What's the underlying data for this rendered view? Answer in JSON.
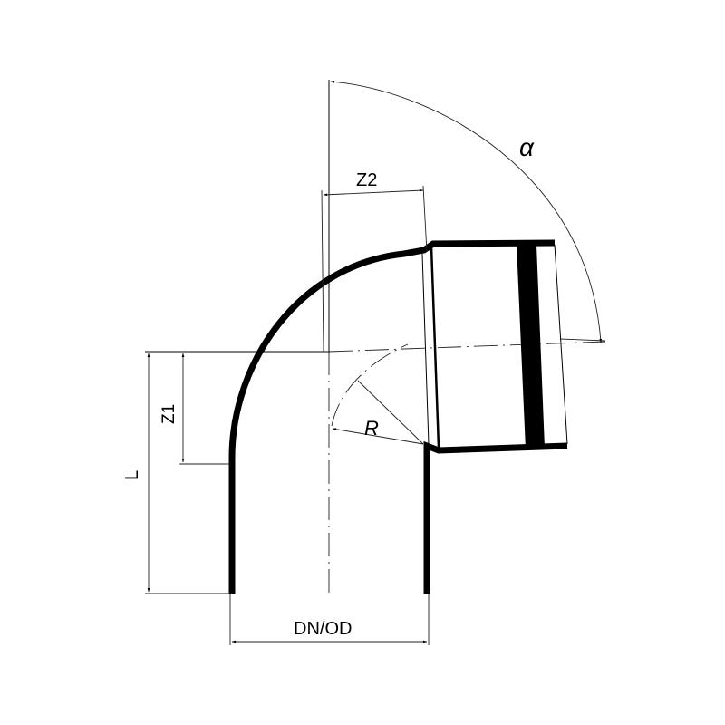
{
  "diagram": {
    "subject": "pipe bend with socket",
    "colors": {
      "line": "#000000",
      "background": "#ffffff"
    },
    "labels": {
      "z2": "Z2",
      "z1": "Z1",
      "length": "L",
      "radius": "R",
      "angle": "α",
      "diameter": "DN/OD"
    }
  }
}
